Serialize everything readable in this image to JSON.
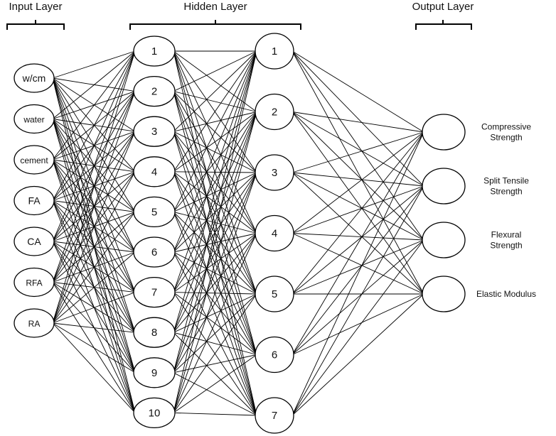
{
  "layers": {
    "input": {
      "title": "Input Layer",
      "nodes": [
        "w/cm",
        "water",
        "cement",
        "FA",
        "CA",
        "RFA",
        "RA"
      ]
    },
    "hidden": {
      "title": "Hidden Layer",
      "layer1": [
        "1",
        "2",
        "3",
        "4",
        "5",
        "6",
        "7",
        "8",
        "9",
        "10"
      ],
      "layer2": [
        "1",
        "2",
        "3",
        "4",
        "5",
        "6",
        "7"
      ]
    },
    "output": {
      "title": "Output Layer",
      "labels": [
        [
          "Compressive",
          "Strength"
        ],
        [
          "Split Tensile",
          "Strength"
        ],
        [
          "Flexural",
          "Strength"
        ],
        [
          "Elastic Modulus"
        ]
      ]
    }
  },
  "colors": {
    "stroke": "#000000",
    "text": "#111111",
    "background": "#ffffff"
  }
}
